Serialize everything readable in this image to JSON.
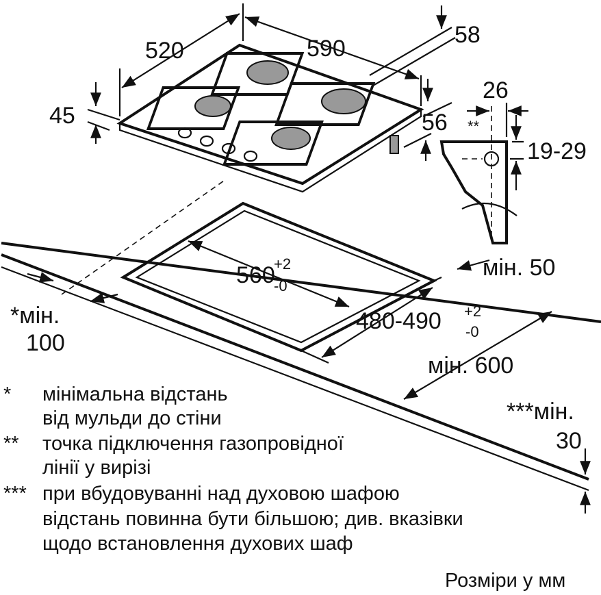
{
  "dimensions": {
    "hob_depth": "520",
    "hob_width": "590",
    "hob_height_rear": "58",
    "hob_height_total": "45",
    "hob_front_height": "56",
    "gas_offset": "26",
    "gas_marker": "**",
    "gas_height": "19-29",
    "cutout_width": "560",
    "cutout_width_tol_plus": "+2",
    "cutout_width_tol_minus": "-0",
    "cutout_depth": "480-490",
    "cutout_depth_tol_plus": "+2",
    "cutout_depth_tol_minus": "-0",
    "min_rear": "мін. 50",
    "min_wall_line1": "*мін.",
    "min_wall_line2": "100",
    "min_depth": "мін. 600",
    "min_front_line1": "***мін.",
    "min_front_line2": "30"
  },
  "notes": [
    {
      "marker": "*",
      "lines": [
        "мінімальна відстань",
        "від мульди до стіни"
      ]
    },
    {
      "marker": "**",
      "lines": [
        "точка підключення газопровідної",
        "лінії у вирізі"
      ]
    },
    {
      "marker": "***",
      "lines": [
        "при вбудовуванні над духовою шафою",
        "відстань повинна бути більшою; див. вказівки",
        "щодо встановлення духових шаф"
      ]
    }
  ],
  "units_note": "Розміри у мм"
}
